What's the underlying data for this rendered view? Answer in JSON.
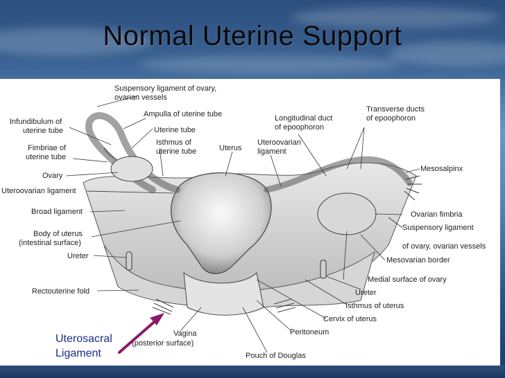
{
  "slide": {
    "title": "Normal Uterine Support",
    "annotation": {
      "line1": "Uterosacral",
      "line2": "Ligament",
      "arrow_color": "#8a1a6a",
      "text_color": "#1b2b8a"
    }
  },
  "diagram": {
    "labels": {
      "suspensory1": "Suspensory ligament of ovary,",
      "suspensory2": "ovarian vessels",
      "infund1": "Infundibulum of",
      "infund2": "uterine tube",
      "ampulla": "Ampulla of uterine tube",
      "uterine_tube": "Uterine tube",
      "isthmus1": "Isthmus of",
      "isthmus2": "uterine tube",
      "fimbriae1": "Fimbriae of",
      "fimbriae2": "uterine tube",
      "uterus": "Uterus",
      "uteroovarian_r1": "Uteroovarian",
      "uteroovarian_r2": "ligament",
      "long_duct1": "Longitudinal duct",
      "long_duct2": "of epoophoron",
      "trans_ducts1": "Transverse ducts",
      "trans_ducts2": "of epoophoron",
      "mesosalpinx": "Mesosalpinx",
      "ovary": "Ovary",
      "uteroovarian_l": "Uteroovarian ligament",
      "broad": "Broad ligament",
      "ovarian_fimbria": "Ovarian fimbria",
      "body1": "Body of uterus",
      "body2": "(intestinal surface)",
      "susp_r1": "Suspensory ligament",
      "susp_r2": "of ovary, ovarian vessels",
      "ureter_l": "Ureter",
      "mesovarian": "Mesovarian border",
      "medial": "Medial surface of ovary",
      "rectouterine": "Rectouterine fold",
      "ureter_r": "Ureter",
      "isthmus_uterus": "Isthmus of uterus",
      "cervix": "Cervix of uterus",
      "peritoneum": "Peritoneum",
      "vagina1": "Vagina",
      "vagina2": "(posterior surface)",
      "pouch": "Pouch of Douglas"
    }
  }
}
